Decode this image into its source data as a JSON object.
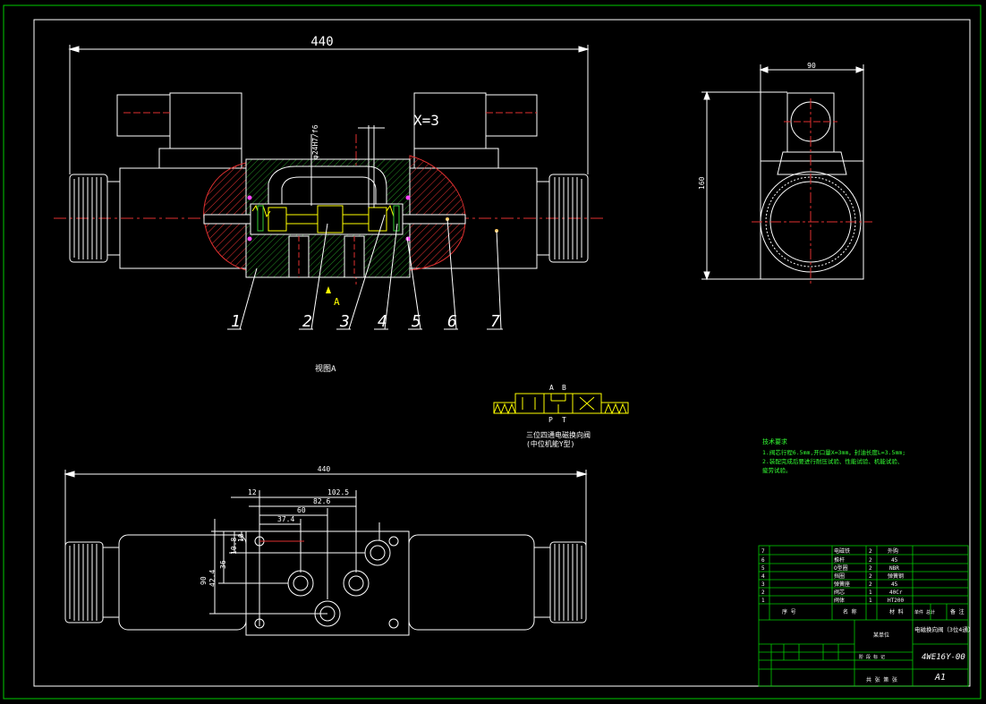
{
  "drawing": {
    "dims": {
      "top_width": "440",
      "x_offset": "X=3",
      "bore_fit": "φ24H7/f6",
      "side_width": "90",
      "side_height": "160",
      "bottom_width": "440",
      "d12": "12",
      "d1025": "102.5",
      "d826": "82.6",
      "d60": "60",
      "d374": "37.4",
      "d10": "10",
      "d108": "10.8",
      "d36": "36",
      "d424": "42.4",
      "d90": "90"
    },
    "balloons": [
      "1",
      "2",
      "3",
      "4",
      "5",
      "6",
      "7"
    ],
    "view_arrow": "A",
    "view_label": "视图A",
    "ports": {
      "a": "A",
      "b": "B",
      "p": "P",
      "t": "T"
    },
    "valve_caption_1": "三位四通电磁换向阀",
    "valve_caption_2": "(中位机能Y型)",
    "tech": {
      "title": "技术要求",
      "line1": "1.阀芯行程6.5mm,开口量X=3mm，封油长度L=3.5mm;",
      "line2": "2.装配完成后要进行耐压试验、性能试验、机能试验、",
      "line3": "疲劳试验。"
    }
  },
  "title_block": {
    "parts": [
      {
        "no": "7",
        "name": "电磁铁",
        "qty": "2",
        "mat": "外购"
      },
      {
        "no": "6",
        "name": "推杆",
        "qty": "2",
        "mat": "45"
      },
      {
        "no": "5",
        "name": "O型圈",
        "qty": "2",
        "mat": "NBR"
      },
      {
        "no": "4",
        "name": "挡圈",
        "qty": "2",
        "mat": "弹簧钢"
      },
      {
        "no": "3",
        "name": "弹簧座",
        "qty": "2",
        "mat": "45"
      },
      {
        "no": "2",
        "name": "阀芯",
        "qty": "1",
        "mat": "40Cr"
      },
      {
        "no": "1",
        "name": "阀体",
        "qty": "1",
        "mat": "HT200"
      }
    ],
    "header": {
      "no": "序 号",
      "name": "名 称",
      "mat": "材 料",
      "weight": "单件 总计",
      "note": "备 注"
    },
    "drawing_name": "电磁换向阀（3位4通）",
    "drawing_no": "4WE16Y-00",
    "sheet": "A1",
    "company": "某单位",
    "stage_label": "阶 段 标 记",
    "sheets_label": "共 张 第 张"
  }
}
